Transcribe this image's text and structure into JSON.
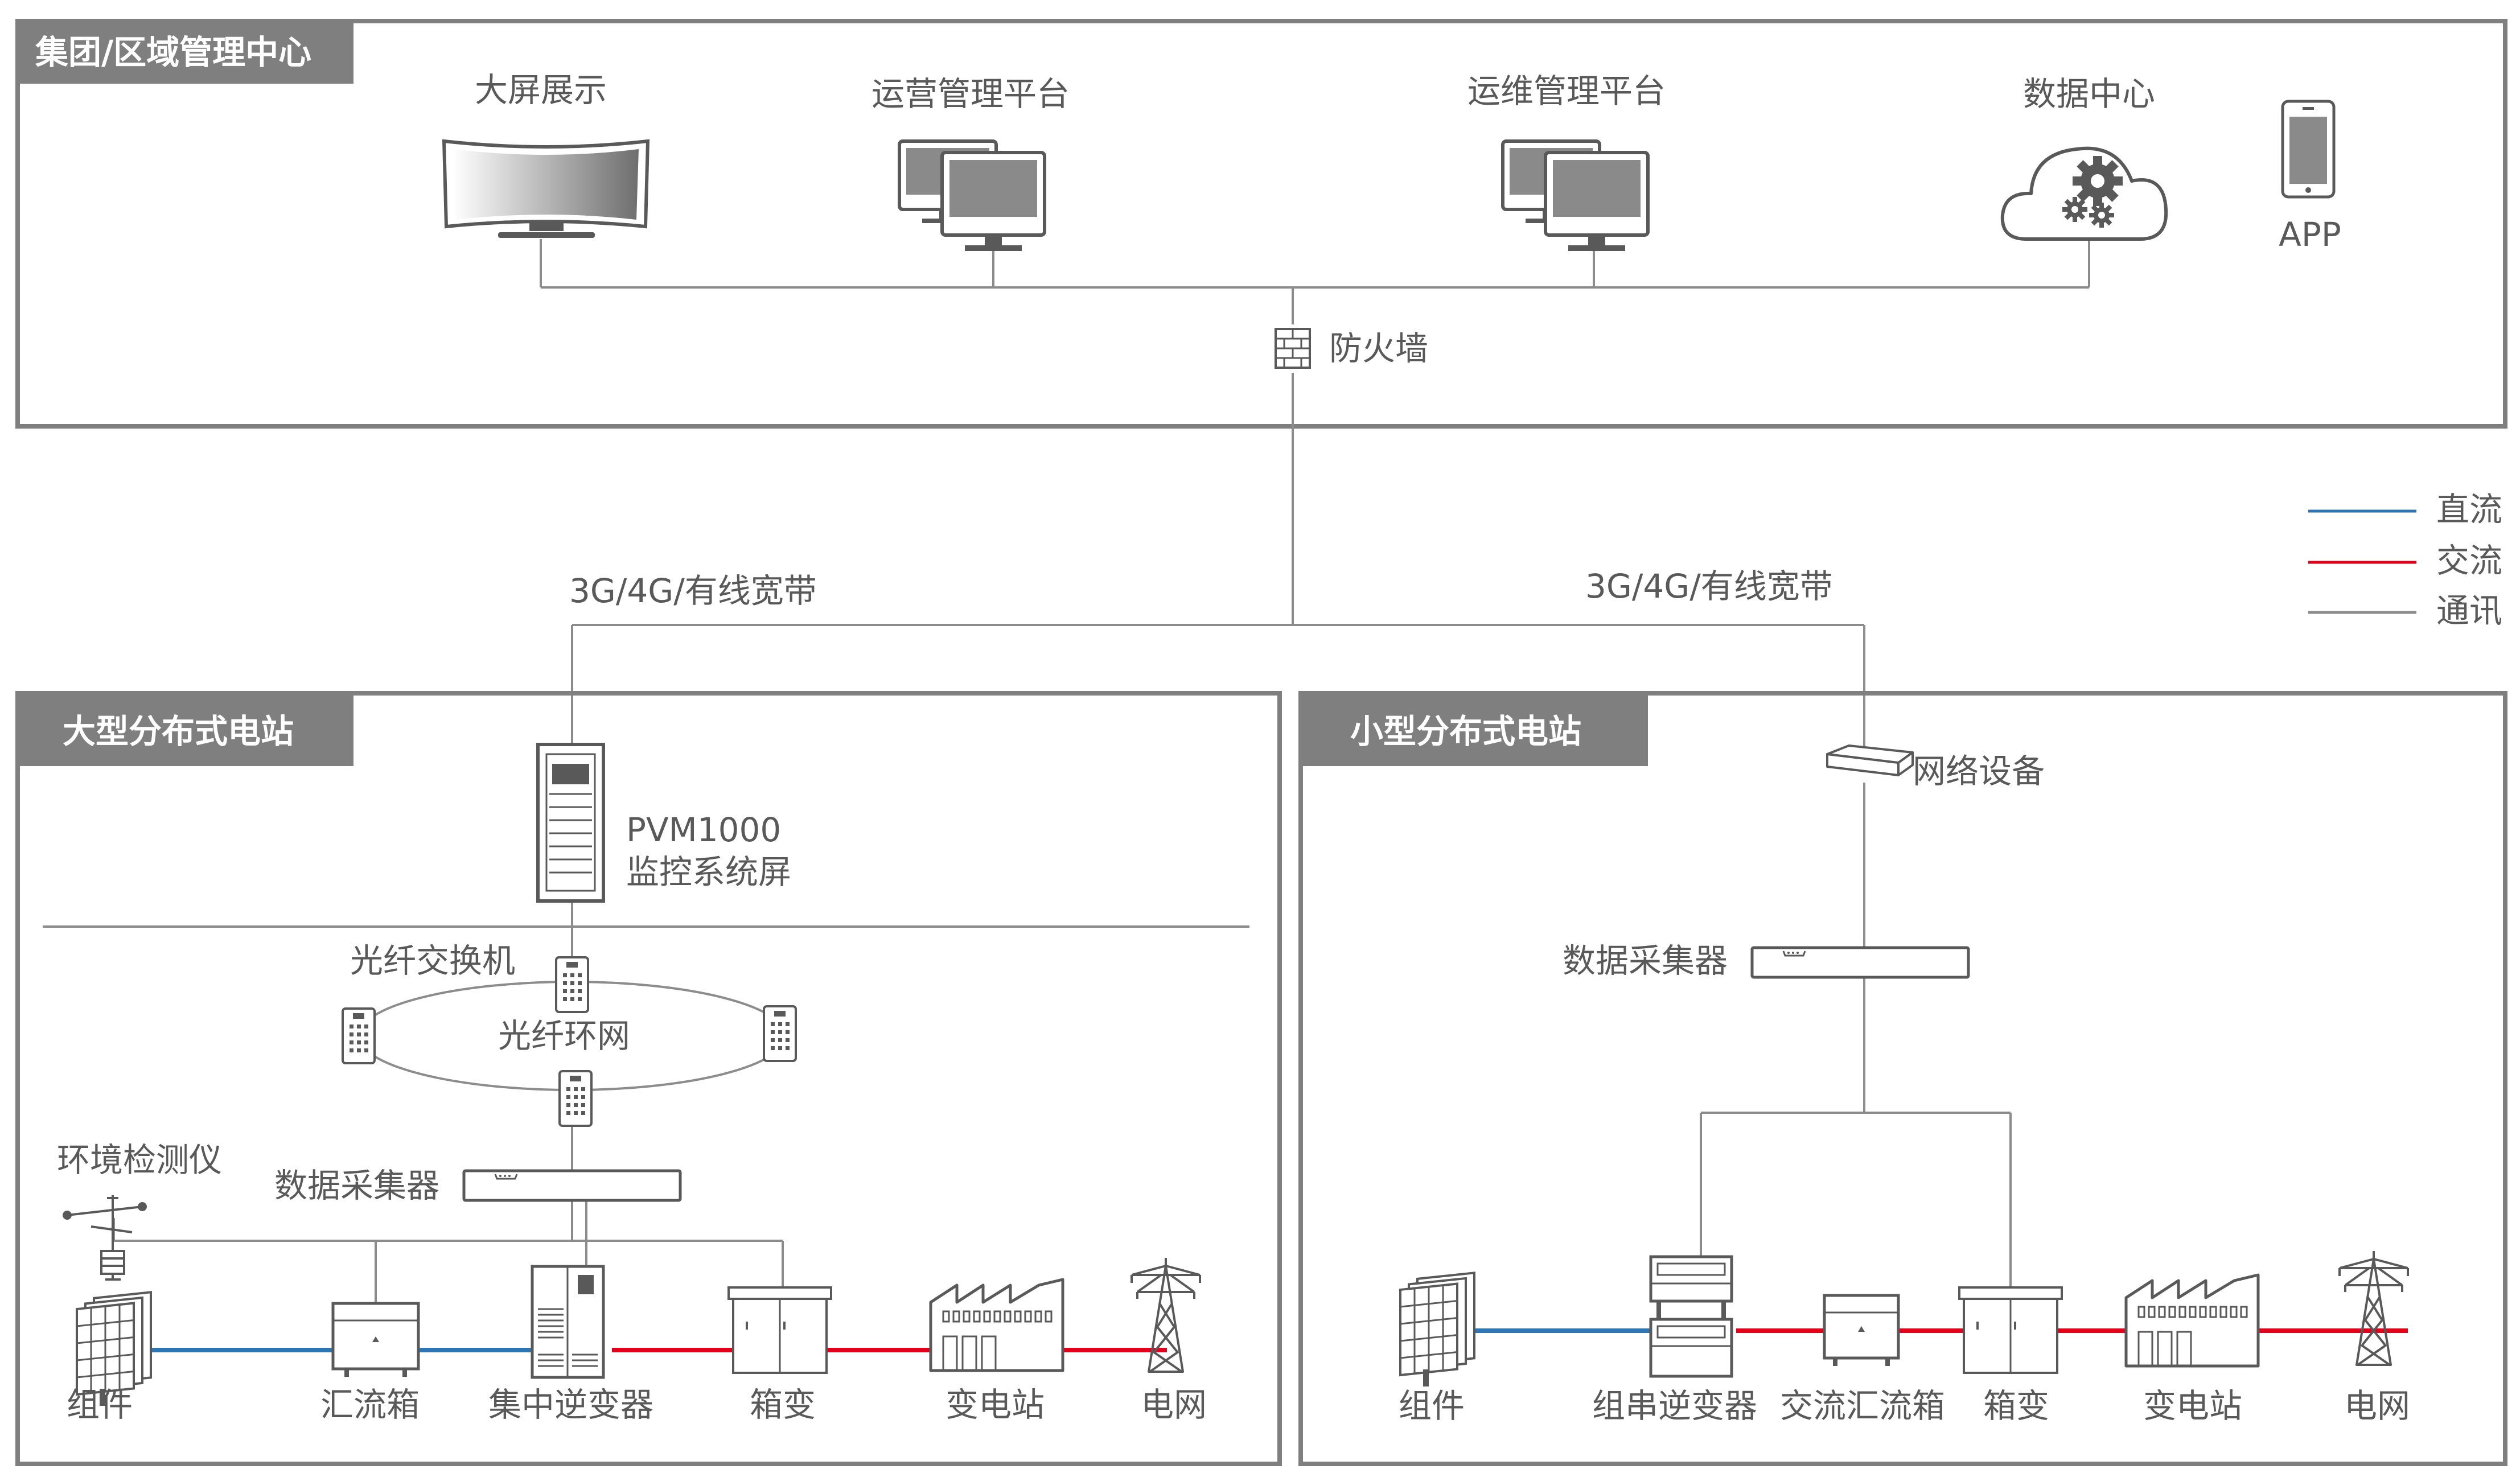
{
  "sections": {
    "top": "集团/区域管理中心",
    "large": "大型分布式电站",
    "small": "小型分布式电站"
  },
  "top_center": {
    "big_screen": "大屏展示",
    "ops_platform": "运营管理平台",
    "om_platform": "运维管理平台",
    "data_center": "数据中心",
    "app": "APP",
    "firewall": "防火墙"
  },
  "links": {
    "left": "3G/4G/有线宽带",
    "right": "3G/4G/有线宽带"
  },
  "legend": {
    "dc": "直流",
    "ac": "交流",
    "comm": "通讯"
  },
  "large_station": {
    "pvm_model": "PVM1000",
    "pvm_name": "监控系统屏",
    "fiber_switch": "光纤交换机",
    "fiber_ring": "光纤环网",
    "env_monitor": "环境检测仪",
    "collector": "数据采集器",
    "pv": "组件",
    "combiner": "汇流箱",
    "central_inverter": "集中逆变器",
    "box_transformer": "箱变",
    "substation": "变电站",
    "grid": "电网"
  },
  "small_station": {
    "network_device": "网络设备",
    "collector": "数据采集器",
    "pv": "组件",
    "string_inverter": "组串逆变器",
    "ac_combiner": "交流汇流箱",
    "box_transformer": "箱变",
    "substation": "变电站",
    "grid": "电网"
  },
  "colors": {
    "frame": "#7f7f7f",
    "line": "#8c8c8c",
    "icon": "#595959",
    "dc": "#2e75b6",
    "ac": "#e3001b",
    "text": "#595959"
  }
}
